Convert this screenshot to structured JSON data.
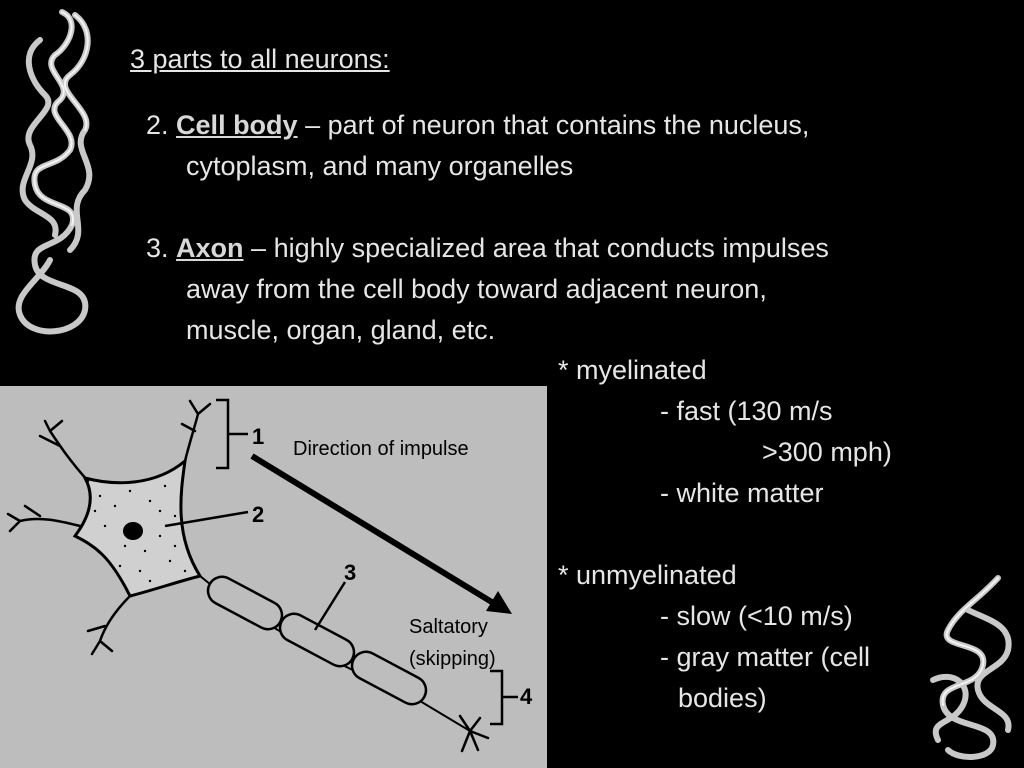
{
  "slide": {
    "heading": "3 parts to all neurons:",
    "items": [
      {
        "number": "2.",
        "term": "Cell body",
        "line1": " – part of neuron that contains the nucleus,",
        "line2": "cytoplasm, and many organelles"
      },
      {
        "number": "3.",
        "term": "Axon",
        "line1": " – highly specialized area that conducts impulses",
        "line2": "away from the cell body toward adjacent neuron,",
        "line3": "muscle, organ, gland, etc."
      }
    ],
    "myelinated": {
      "label": "* myelinated",
      "speed": "- fast (130 m/s",
      "speed_mph": ">300 mph)",
      "matter": "- white matter"
    },
    "unmyelinated": {
      "label": "* unmyelinated",
      "speed": "- slow (<10 m/s)",
      "matter_line1": "- gray matter (cell",
      "matter_line2": "bodies)"
    }
  },
  "figure": {
    "direction_label": "Direction of impulse",
    "saltatory_line1": "Saltatory",
    "saltatory_line2": "(skipping)",
    "callouts": [
      "1",
      "2",
      "3",
      "4"
    ]
  },
  "colors": {
    "background": "#000000",
    "text": "#e6e6e6",
    "figure_background": "#bdbdbd"
  }
}
